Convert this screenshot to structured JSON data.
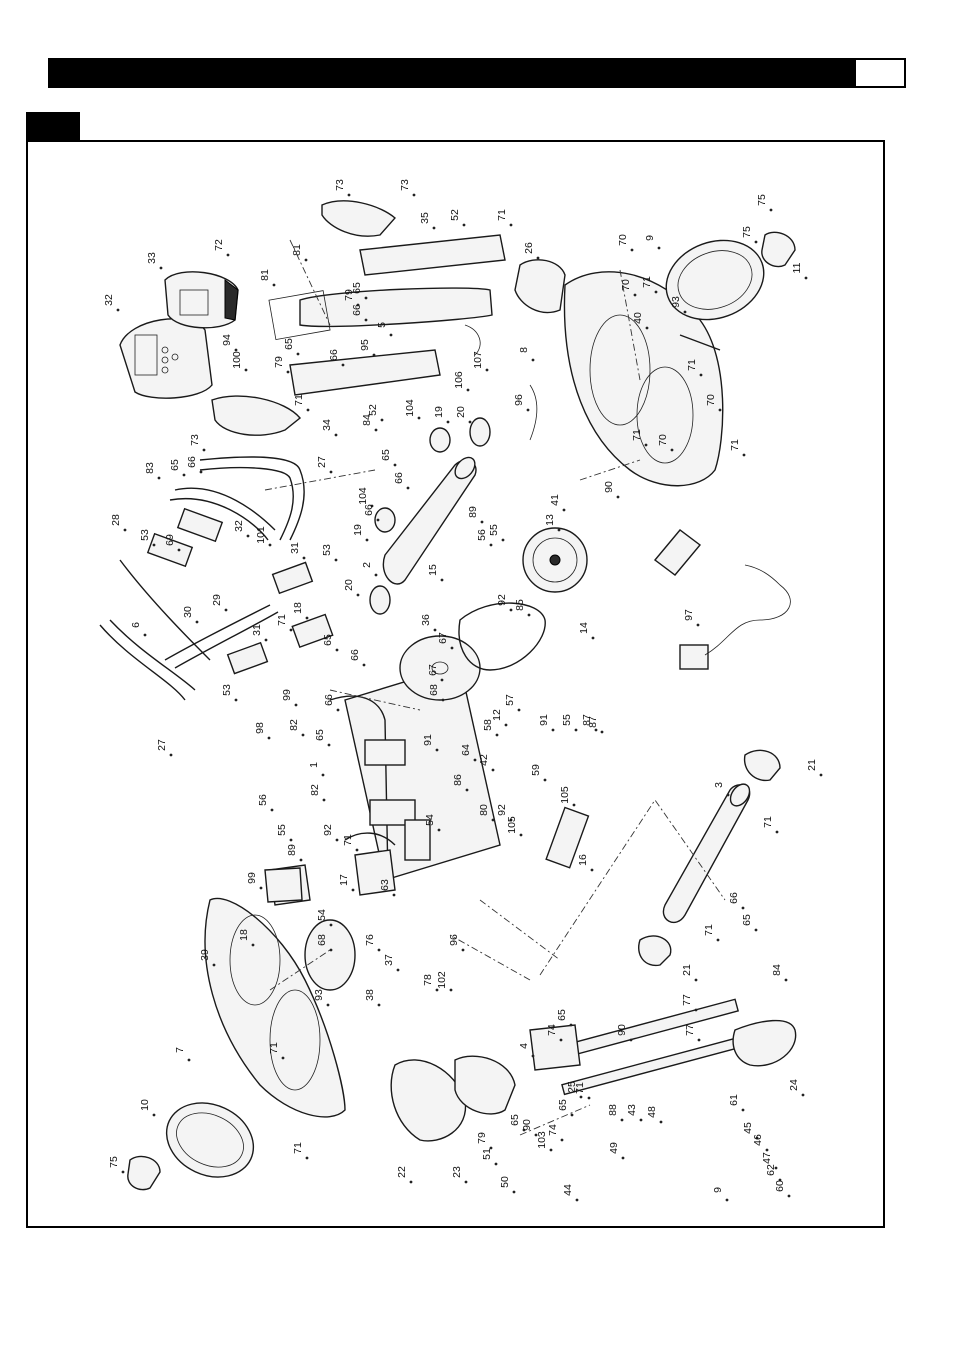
{
  "header": {
    "page_box": "",
    "section_tab": ""
  },
  "labels": [
    "73",
    "73",
    "35",
    "52",
    "71",
    "72",
    "33",
    "81",
    "81",
    "32",
    "94",
    "100",
    "65",
    "65",
    "66",
    "95",
    "66",
    "79",
    "79",
    "5",
    "71",
    "52",
    "34",
    "73",
    "106",
    "107",
    "26",
    "70",
    "70",
    "9",
    "75",
    "75",
    "11",
    "8",
    "71",
    "93",
    "40",
    "71",
    "70",
    "71",
    "70",
    "96",
    "71",
    "41",
    "90",
    "13",
    "14",
    "85",
    "104",
    "19",
    "20",
    "104",
    "19",
    "84",
    "65",
    "66",
    "66",
    "2",
    "20",
    "83",
    "65",
    "66",
    "27",
    "28",
    "53",
    "69",
    "30",
    "32",
    "101",
    "31",
    "18",
    "6",
    "29",
    "71",
    "53",
    "31",
    "53",
    "98",
    "99",
    "82",
    "65",
    "66",
    "27",
    "36",
    "67",
    "87",
    "15",
    "89",
    "56",
    "55",
    "92",
    "97",
    "82",
    "65",
    "66",
    "67",
    "68",
    "91",
    "64",
    "58",
    "12",
    "57",
    "91",
    "55",
    "87",
    "42",
    "59",
    "86",
    "80",
    "92",
    "105",
    "105",
    "16",
    "3",
    "21",
    "71",
    "1",
    "54",
    "55",
    "56",
    "89",
    "92",
    "71",
    "99",
    "17",
    "54",
    "68",
    "63",
    "76",
    "37",
    "96",
    "102",
    "38",
    "78",
    "18",
    "39",
    "7",
    "71",
    "71",
    "93",
    "66",
    "65",
    "84",
    "21",
    "71",
    "65",
    "90",
    "74",
    "77",
    "77",
    "4",
    "24",
    "71",
    "43",
    "48",
    "22",
    "23",
    "79",
    "65",
    "51",
    "50",
    "103",
    "90",
    "74",
    "65",
    "25",
    "88",
    "49",
    "44",
    "61",
    "45",
    "46",
    "47",
    "62",
    "60",
    "9",
    "10",
    "75"
  ]
}
